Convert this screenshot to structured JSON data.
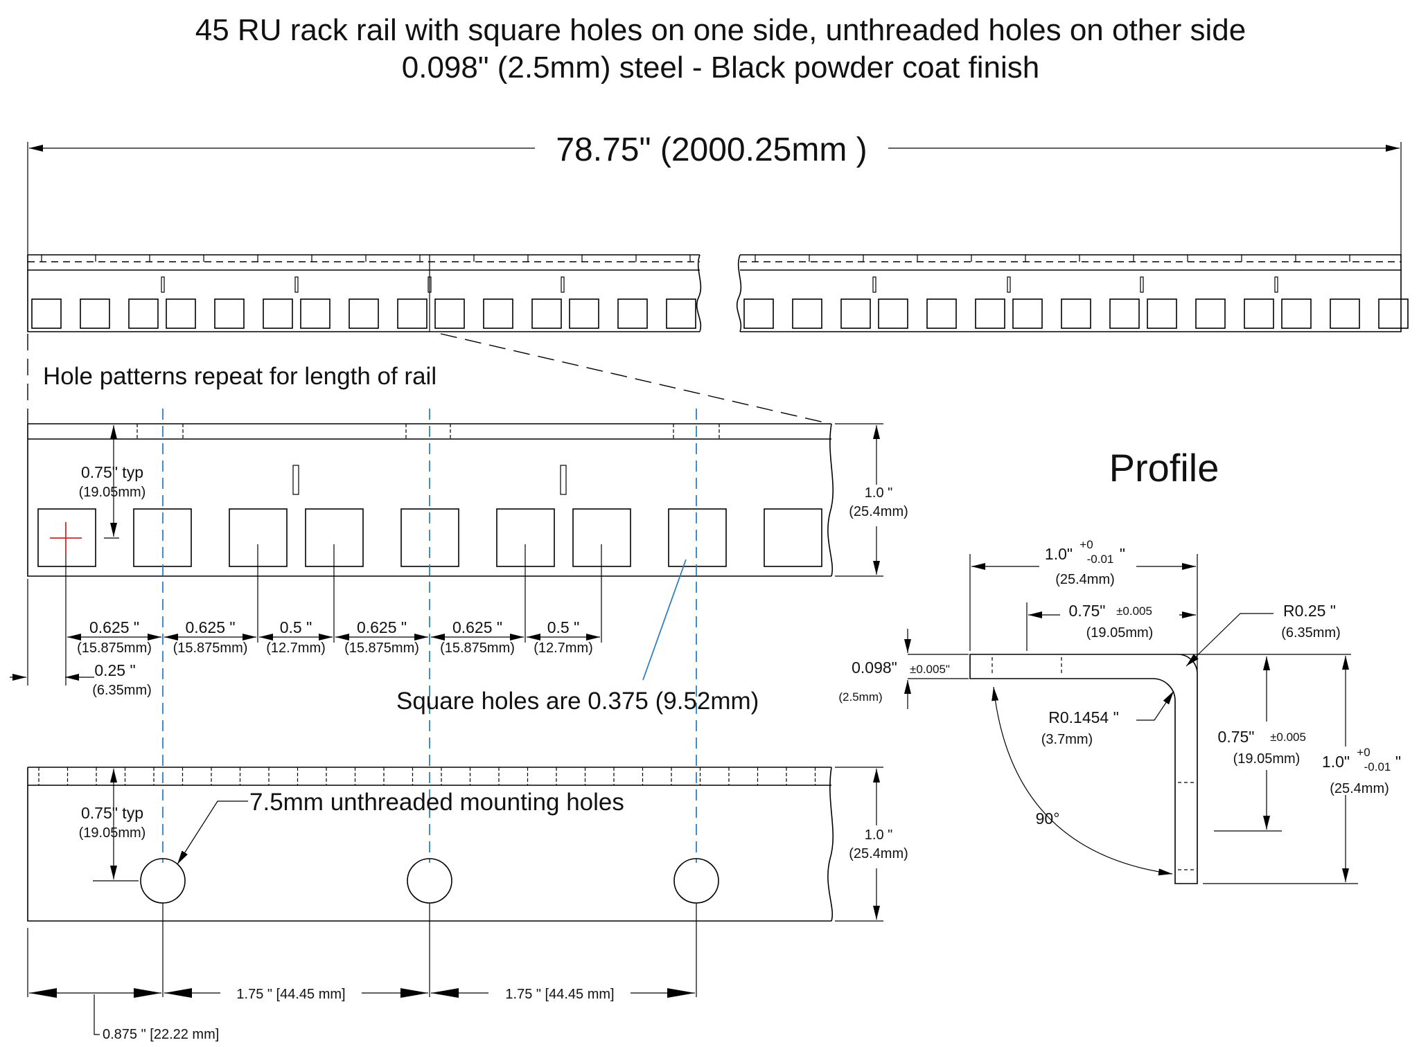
{
  "title": {
    "line1": "45 RU rack rail with square holes on one side, unthreaded holes on other side",
    "line2": "0.098\" (2.5mm) steel - Black powder coat finish"
  },
  "overall_length": "78.75\" (2000.25mm )",
  "notes": {
    "repeat": "Hole patterns repeat for length of rail",
    "square_holes": "Square holes are 0.375 (9.52mm)",
    "mounting_holes": "7.5mm unthreaded mounting holes",
    "profile_title": "Profile"
  },
  "square_side": {
    "typ_in": "0.75\" typ",
    "typ_mm": "(19.05mm)",
    "height_in": "1.0 \"",
    "height_mm": "(25.4mm)",
    "edge_in": "0.25 \"",
    "edge_mm": "(6.35mm)",
    "spacings": [
      {
        "in": "0.625 \"",
        "mm": "(15.875mm)"
      },
      {
        "in": "0.625 \"",
        "mm": "(15.875mm)"
      },
      {
        "in": "0.5 \"",
        "mm": "(12.7mm)"
      },
      {
        "in": "0.625 \"",
        "mm": "(15.875mm)"
      },
      {
        "in": "0.625 \"",
        "mm": "(15.875mm)"
      },
      {
        "in": "0.5 \"",
        "mm": "(12.7mm)"
      }
    ]
  },
  "round_side": {
    "typ_in": "0.75\" typ",
    "typ_mm": "(19.05mm)",
    "height_in": "1.0 \"",
    "height_mm": "(25.4mm)",
    "pitch1": "1.75 \" [44.45 mm]",
    "pitch2": "1.75 \" [44.45 mm]",
    "edge": "0.875 \" [22.22 mm]"
  },
  "profile": {
    "width_in": "1.0\"",
    "width_tol_plus": "+0",
    "width_tol_minus": "-0.01",
    "width_close": "\"",
    "width_mm": "(25.4mm)",
    "flange_in": "0.75\"",
    "flange_tol": "±0.005",
    "flange_mm": "(19.05mm)",
    "outer_radius_in": "R0.25 \"",
    "outer_radius_mm": "(6.35mm)",
    "thickness_in": "0.098\"",
    "thickness_tol": "±0.005\"",
    "thickness_mm": "(2.5mm)",
    "inner_radius_in": "R0.1454 \"",
    "inner_radius_mm": "(3.7mm)",
    "leg_in": "0.75\"",
    "leg_tol": "±0.005",
    "leg_mm": "(19.05mm)",
    "height_in": "1.0\"",
    "height_tol_plus": "+0",
    "height_tol_minus": "-0.01",
    "height_close": "\"",
    "height_mm": "(25.4mm)",
    "angle": "90°"
  }
}
